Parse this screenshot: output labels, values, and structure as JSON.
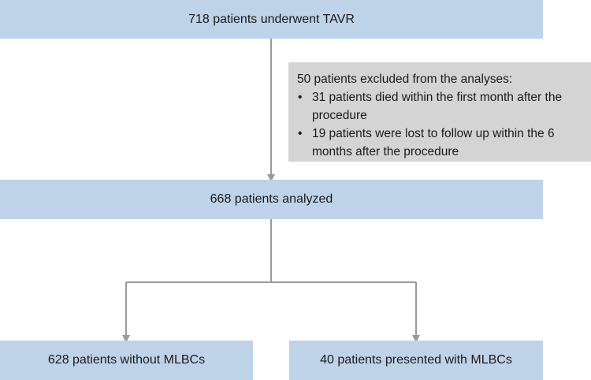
{
  "flowchart": {
    "top_box": "718 patients underwent TAVR",
    "exclusion": {
      "heading": "50 patients excluded from the analyses:",
      "items": [
        "31 patients died within the first month after the procedure",
        "19 patients were lost to follow up within the 6 months after the procedure"
      ]
    },
    "analyzed_box": "668 patients analyzed",
    "left_box": "628 patients without MLBCs",
    "right_box": "40 patients presented with MLBCs"
  },
  "colors": {
    "box_fill": "#bed3e8",
    "exclusion_fill": "#d4d4d4",
    "connector": "#9a9a9a"
  }
}
